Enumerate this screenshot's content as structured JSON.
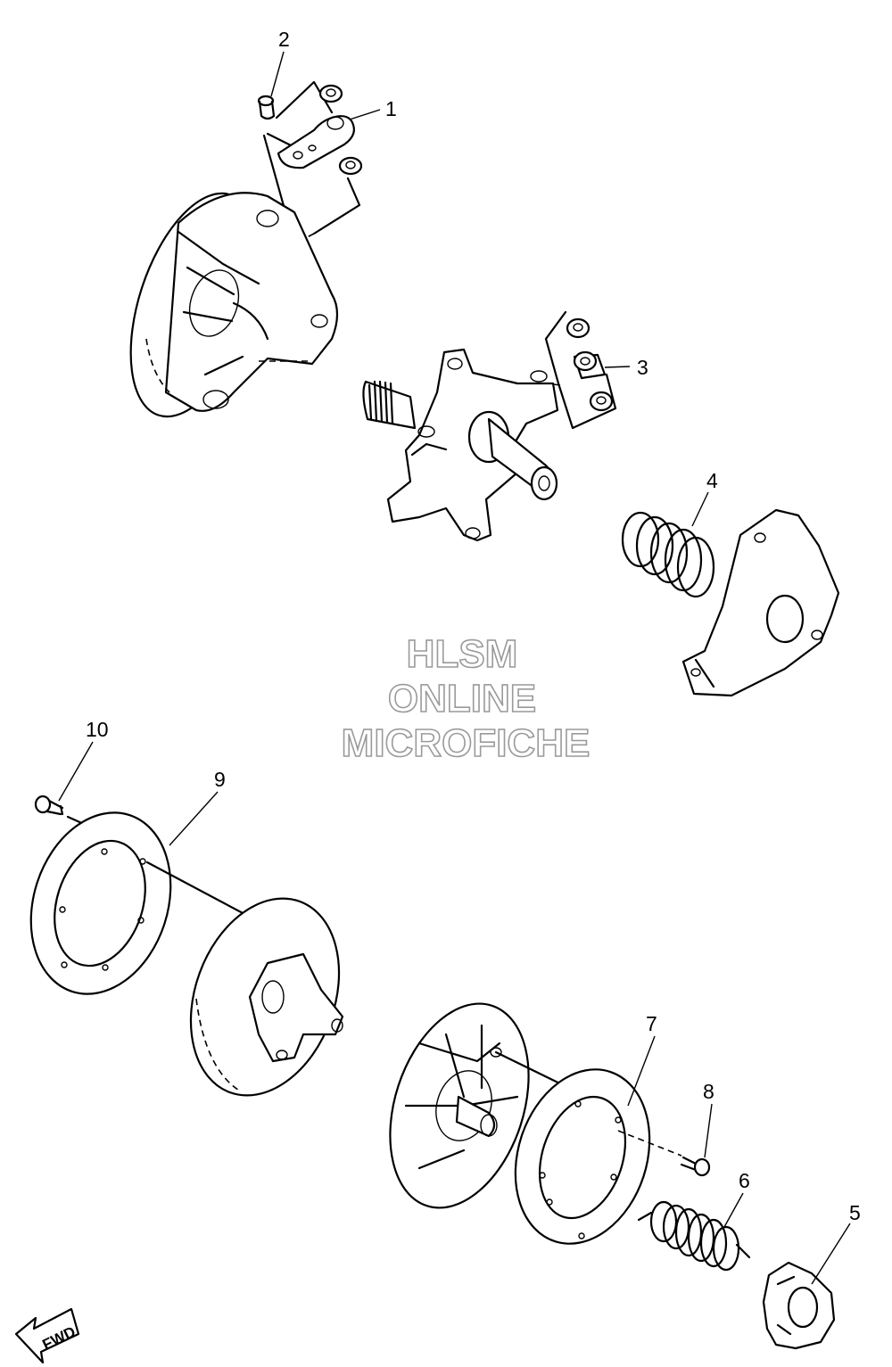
{
  "watermark": {
    "line1": "HLSM",
    "line2": "ONLINE",
    "line3": "MICROFICHE"
  },
  "callouts": [
    {
      "id": "1",
      "label": "1"
    },
    {
      "id": "2",
      "label": "2"
    },
    {
      "id": "3",
      "label": "3"
    },
    {
      "id": "4",
      "label": "4"
    },
    {
      "id": "5",
      "label": "5"
    },
    {
      "id": "6",
      "label": "6"
    },
    {
      "id": "7",
      "label": "7"
    },
    {
      "id": "8",
      "label": "8"
    },
    {
      "id": "9",
      "label": "9"
    },
    {
      "id": "10",
      "label": "10"
    }
  ],
  "direction_indicator": {
    "label": "FWD",
    "icon": "arrow-icon"
  }
}
